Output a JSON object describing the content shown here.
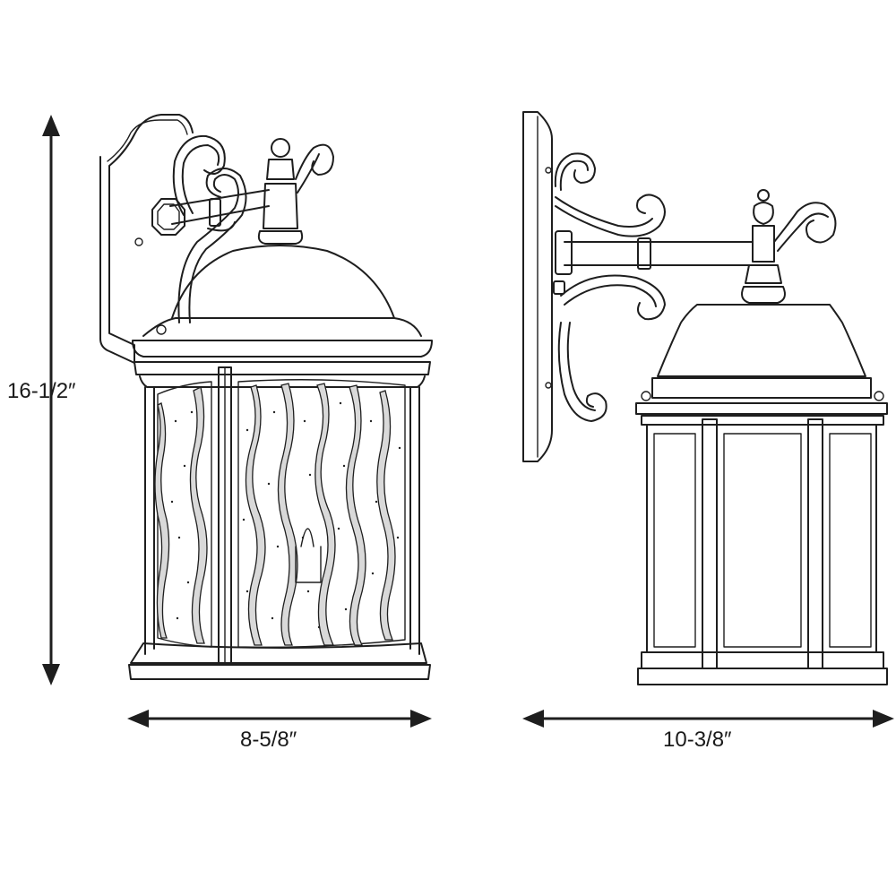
{
  "dimensions": {
    "height": "16-1/2″",
    "front_width": "8-5/8″",
    "side_extension": "10-3/8″"
  },
  "colors": {
    "line": "#1e1e1e",
    "glass_shade": "#d9d9d9",
    "background": "#ffffff"
  }
}
